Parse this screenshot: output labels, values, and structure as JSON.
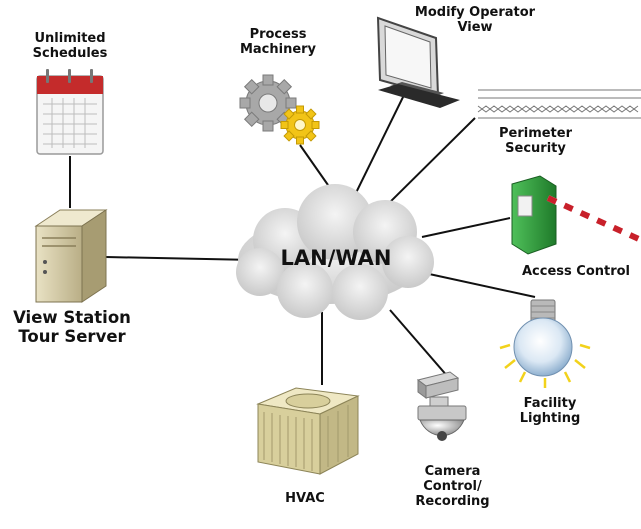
{
  "hub": {
    "label": "LAN/WAN"
  },
  "nodes": {
    "schedules": {
      "lines": [
        "Unlimited",
        "Schedules"
      ],
      "icon": "calendar-icon"
    },
    "server": {
      "lines": [
        "View Station",
        "Tour Server"
      ],
      "icon": "server-tower-icon"
    },
    "process": {
      "lines": [
        "Process",
        "Machinery"
      ],
      "icon": "gears-icon"
    },
    "operator_view": {
      "lines": [
        "Modify Operator",
        "View"
      ],
      "icon": "monitor-icon"
    },
    "perimeter": {
      "lines": [
        "Perimeter",
        "Security"
      ],
      "icon": "barbed-wire-fence-icon"
    },
    "access": {
      "lines": [
        "Access Control"
      ],
      "icon": "barrier-gate-icon"
    },
    "lighting": {
      "lines": [
        "Facility",
        "Lighting"
      ],
      "icon": "light-bulb-icon"
    },
    "camera": {
      "lines": [
        "Camera",
        "Control/",
        "Recording"
      ],
      "icon": "ptz-dome-camera-icon"
    },
    "hvac": {
      "lines": [
        "HVAC"
      ],
      "icon": "hvac-unit-icon"
    }
  },
  "colors": {
    "cloud": "#dcdcdc",
    "line": "#111111",
    "gear_gray": "#a8a8a8",
    "gear_gold": "#f2c417",
    "gate_green": "#2e9b3b",
    "barrier_red": "#c8202a",
    "calendar_red": "#c42b2b",
    "hvac_tan": "#d8cf9c"
  }
}
